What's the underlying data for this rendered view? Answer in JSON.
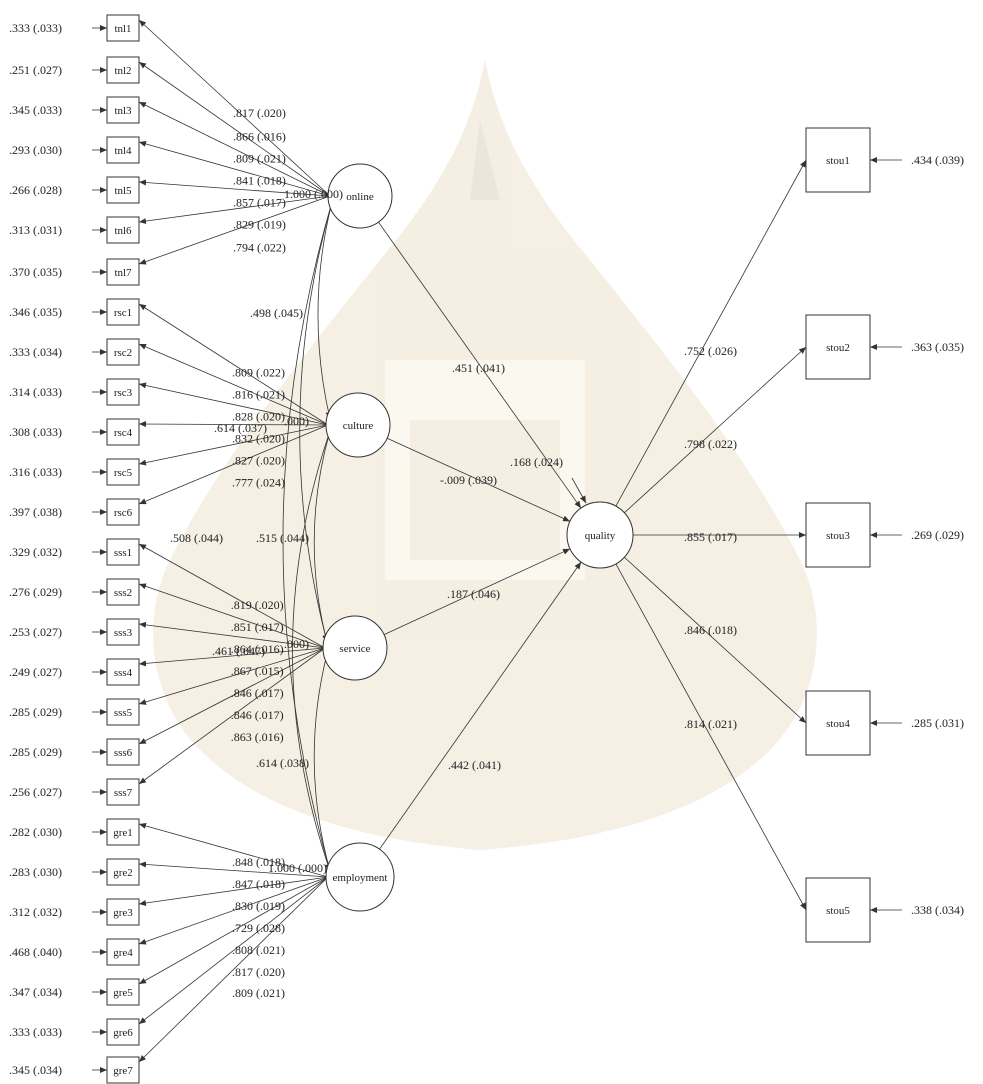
{
  "colors": {
    "line": "#333333",
    "text": "#222222",
    "background": "#ffffff"
  },
  "indicators_left": [
    {
      "name": "tnl1",
      "error": ".333 (.033)",
      "loading": ".817 (.020)",
      "factor": "online"
    },
    {
      "name": "tnl2",
      "error": ".251 (.027)",
      "loading": ".866 (.016)",
      "factor": "online"
    },
    {
      "name": "tnl3",
      "error": ".345 (.033)",
      "loading": ".809 (.021)",
      "factor": "online"
    },
    {
      "name": "tnl4",
      "error": ".293 (.030)",
      "loading": ".841 (.018)",
      "factor": "online"
    },
    {
      "name": "tnl5",
      "error": ".266 (.028)",
      "loading": ".857 (.017)",
      "factor": "online"
    },
    {
      "name": "tnl6",
      "error": ".313 (.031)",
      "loading": ".829 (.019)",
      "factor": "online"
    },
    {
      "name": "tnl7",
      "error": ".370 (.035)",
      "loading": ".794 (.022)",
      "factor": "online"
    },
    {
      "name": "rsc1",
      "error": ".346 (.035)",
      "loading": ".809 (.022)",
      "factor": "culture"
    },
    {
      "name": "rsc2",
      "error": ".333 (.034)",
      "loading": ".816 (.021)",
      "factor": "culture"
    },
    {
      "name": "rsc3",
      "error": ".314 (.033)",
      "loading": ".828 (.020)",
      "factor": "culture"
    },
    {
      "name": "rsc4",
      "error": ".308 (.033)",
      "loading": ".832 (.020)",
      "factor": "culture"
    },
    {
      "name": "rsc5",
      "error": ".316 (.033)",
      "loading": ".827 (.020)",
      "factor": "culture"
    },
    {
      "name": "rsc6",
      "error": ".397 (.038)",
      "loading": ".777 (.024)",
      "factor": "culture"
    },
    {
      "name": "sss1",
      "error": ".329 (.032)",
      "loading": ".819 (.020)",
      "factor": "service"
    },
    {
      "name": "sss2",
      "error": ".276 (.029)",
      "loading": ".851 (.017)",
      "factor": "service"
    },
    {
      "name": "sss3",
      "error": ".253 (.027)",
      "loading": ".864 (.016)",
      "factor": "service"
    },
    {
      "name": "sss4",
      "error": ".249 (.027)",
      "loading": ".867 (.015)",
      "factor": "service"
    },
    {
      "name": "sss5",
      "error": ".285 (.029)",
      "loading": ".846 (.017)",
      "factor": "service"
    },
    {
      "name": "sss6",
      "error": ".285 (.029)",
      "loading": ".846 (.017)",
      "factor": "service"
    },
    {
      "name": "sss7",
      "error": ".256 (.027)",
      "loading": ".863 (.016)",
      "factor": "service"
    },
    {
      "name": "gre1",
      "error": ".282 (.030)",
      "loading": ".848 (.018)",
      "factor": "employment"
    },
    {
      "name": "gre2",
      "error": ".283 (.030)",
      "loading": ".847 (.018)",
      "factor": "employment"
    },
    {
      "name": "gre3",
      "error": ".312 (.032)",
      "loading": ".830 (.019)",
      "factor": "employment"
    },
    {
      "name": "gre4",
      "error": ".468 (.040)",
      "loading": ".729 (.028)",
      "factor": "employment"
    },
    {
      "name": "gre5",
      "error": ".347 (.034)",
      "loading": ".808 (.021)",
      "factor": "employment"
    },
    {
      "name": "gre6",
      "error": ".333 (.033)",
      "loading": ".817 (.020)",
      "factor": "employment"
    },
    {
      "name": "gre7",
      "error": ".345 (.034)",
      "loading": ".809 (.021)",
      "factor": "employment"
    }
  ],
  "latents": [
    {
      "name": "online",
      "variance": "1.000 (.000)"
    },
    {
      "name": "culture",
      "variance": ".000)"
    },
    {
      "name": "service",
      "variance": ".000)"
    },
    {
      "name": "employment",
      "variance": "1.000 (.000)"
    },
    {
      "name": "quality",
      "variance": ""
    }
  ],
  "correlations": [
    {
      "from": "online",
      "to": "culture",
      "label": ".498 (.045)"
    },
    {
      "from": "culture",
      "to": "service",
      "label": ".515 (.044)"
    },
    {
      "from": "service",
      "to": "employment",
      "label": ".614 (.038)"
    },
    {
      "from": "online",
      "to": "service",
      "label": ".508 (.044)"
    },
    {
      "from": "online",
      "to": "employment",
      "label": ".461 (.047)"
    },
    {
      "from": "culture",
      "to": "employment",
      "label": ".614 (.037)"
    }
  ],
  "paths": [
    {
      "from": "online",
      "to": "quality",
      "label": ".451 (.041)"
    },
    {
      "from": "culture",
      "to": "quality",
      "label": "-.009 (.039)"
    },
    {
      "from": "service",
      "to": "quality",
      "label": ".187 (.046)"
    },
    {
      "from": "employment",
      "to": "quality",
      "label": ".442 (.041)"
    }
  ],
  "quality_disturbance": ".168 (.024)",
  "indicators_right": [
    {
      "name": "stou1",
      "loading": ".752 (.026)",
      "error": ".434 (.039)"
    },
    {
      "name": "stou2",
      "loading": ".798 (.022)",
      "error": ".363 (.035)"
    },
    {
      "name": "stou3",
      "loading": ".855 (.017)",
      "error": ".269 (.029)"
    },
    {
      "name": "stou4",
      "loading": ".846 (.018)",
      "error": ".285 (.031)"
    },
    {
      "name": "stou5",
      "loading": ".814 (.021)",
      "error": ".338 (.034)"
    }
  ]
}
